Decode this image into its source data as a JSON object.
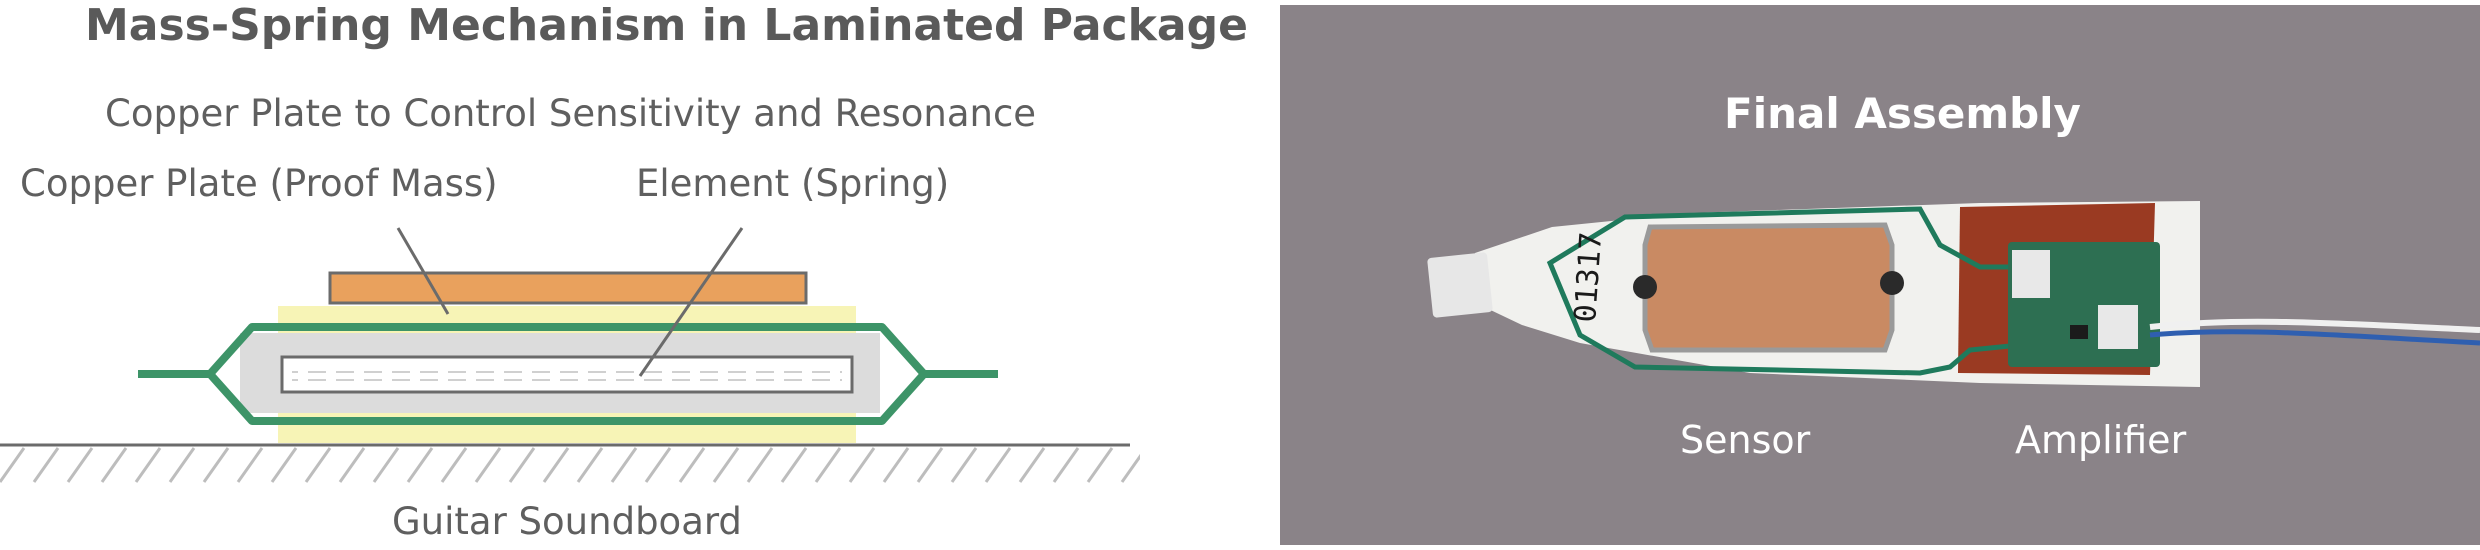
{
  "diagram": {
    "title": "Mass-Spring Mechanism in Laminated Package",
    "subtitle": "Copper Plate to Control Sensitivity and Resonance",
    "label_proof_mass": "Copper Plate (Proof Mass)",
    "label_spring": "Element (Spring)",
    "label_soundboard": "Guitar Soundboard",
    "colors": {
      "copper_plate": "#e9a15d",
      "package_fill": "#f7f4b6",
      "laminate_green": "#3d9468",
      "element_gray": "#dcdcdc",
      "hatch": "#bdbdbd"
    }
  },
  "photo": {
    "title": "Final Assembly",
    "label_sensor": "Sensor",
    "label_amplifier": "Amplifier",
    "serial": "01317"
  }
}
